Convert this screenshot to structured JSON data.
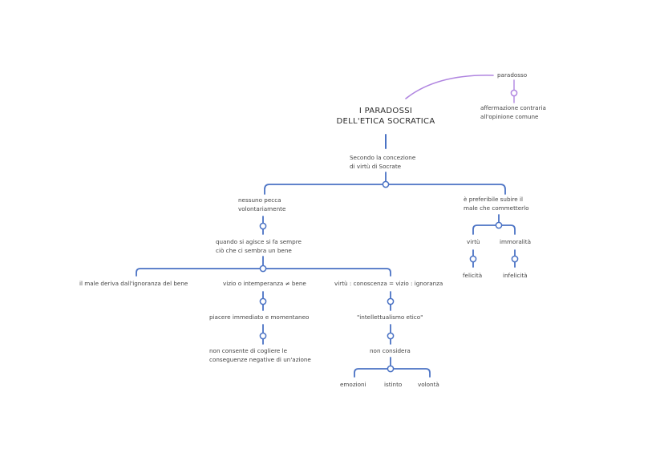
{
  "colors": {
    "line": "#4a72c4",
    "accent": "#b085e0",
    "text": "#444444"
  },
  "title": {
    "line1": "I PARADOSSI",
    "line2": "DELL'ETICA SOCRATICA"
  },
  "side": {
    "paradox": "paradosso",
    "definition_1": "affermazione contraria",
    "definition_2": "all'opinione comune"
  },
  "nodes": {
    "concept_1": "Secondo la concezione",
    "concept_2": "di virtù di Socrate",
    "nobody_1": "nessuno pecca",
    "nobody_2": "volontariamente",
    "act_1": "quando si agisce si fa sempre",
    "act_2": "ciò che ci sembra un bene",
    "ignorance": "il male deriva dall'ignoranza del bene",
    "vice": "vizio o intemperanza ≠ bene",
    "virtue": "virtù : conoscenza = vizio : ignoranza",
    "pleasure": "piacere immediato e momentaneo",
    "conseq_1": "non consente di cogliere le",
    "conseq_2": "conseguenze negative di un'azione",
    "intellect": "\"intellettualismo etico\"",
    "not_consider": "non considera",
    "emotions": "emozioni",
    "instinct": "istinto",
    "will": "volontà",
    "suffer_1": "è preferibile subire il",
    "suffer_2": "male che commetterlo",
    "virtu": "virtù",
    "immorality": "immoralità",
    "happiness": "felicità",
    "unhappiness": "infelicità"
  }
}
